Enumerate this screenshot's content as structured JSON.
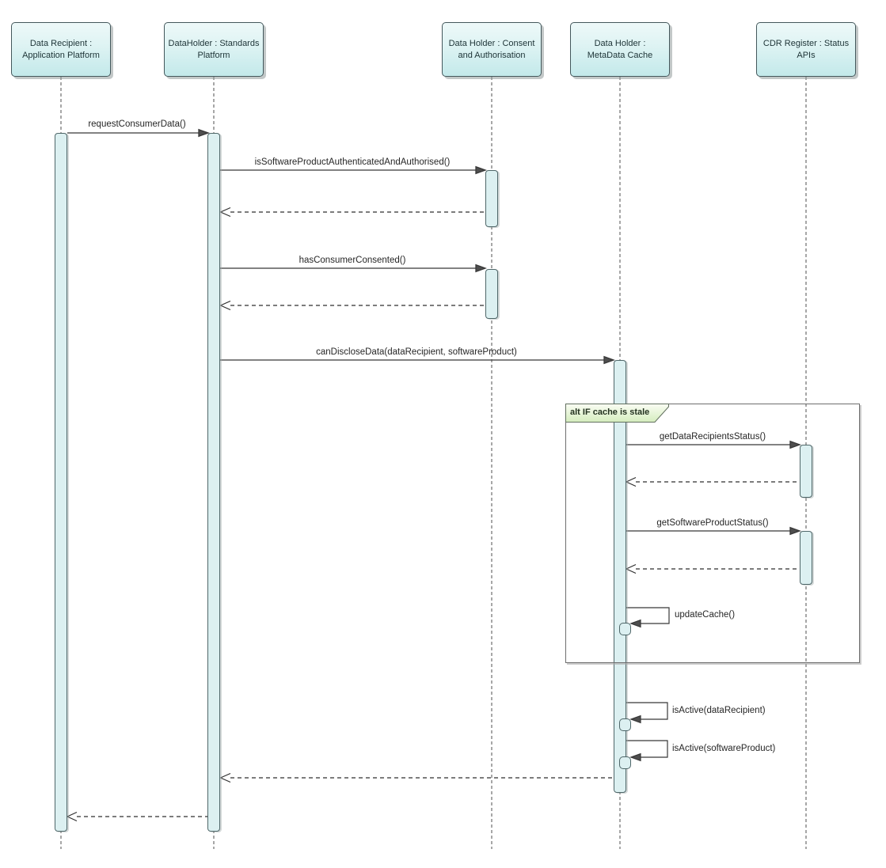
{
  "diagram_type": "uml-sequence-diagram",
  "participants": [
    {
      "id": "data-recipient-application-platform",
      "line1": "Data Recipient :",
      "line2": "Application Platform"
    },
    {
      "id": "dataholder-standards-platform",
      "line1": "DataHolder : Standards",
      "line2": "Platform"
    },
    {
      "id": "data-holder-consent-authorisation",
      "line1": "Data Holder : Consent",
      "line2": "and Authorisation"
    },
    {
      "id": "data-holder-metadata-cache",
      "line1": "Data Holder :",
      "line2": "MetaData Cache"
    },
    {
      "id": "cdr-register-status-apis",
      "line1": "CDR Register : Status",
      "line2": "APIs"
    }
  ],
  "messages": [
    {
      "label": "requestConsumerData()",
      "kind": "sync",
      "from": "data-recipient-application-platform",
      "to": "dataholder-standards-platform"
    },
    {
      "label": "isSoftwareProductAuthenticatedAndAuthorised()",
      "kind": "sync",
      "from": "dataholder-standards-platform",
      "to": "data-holder-consent-authorisation"
    },
    {
      "label": "hasConsumerConsented()",
      "kind": "sync",
      "from": "dataholder-standards-platform",
      "to": "data-holder-consent-authorisation"
    },
    {
      "label": "canDiscloseData(dataRecipient, softwareProduct)",
      "kind": "sync",
      "from": "dataholder-standards-platform",
      "to": "data-holder-metadata-cache"
    },
    {
      "label": "getDataRecipientsStatus()",
      "kind": "sync",
      "from": "data-holder-metadata-cache",
      "to": "cdr-register-status-apis"
    },
    {
      "label": "getSoftwareProductStatus()",
      "kind": "sync",
      "from": "data-holder-metadata-cache",
      "to": "cdr-register-status-apis"
    },
    {
      "label": "updateCache()",
      "kind": "self",
      "from": "data-holder-metadata-cache",
      "to": "data-holder-metadata-cache"
    },
    {
      "label": "isActive(dataRecipient)",
      "kind": "self",
      "from": "data-holder-metadata-cache",
      "to": "data-holder-metadata-cache"
    },
    {
      "label": "isActive(softwareProduct)",
      "kind": "self",
      "from": "data-holder-metadata-cache",
      "to": "data-holder-metadata-cache"
    }
  ],
  "fragment": {
    "operator": "alt",
    "guard": "IF cache is stale",
    "label": "alt IF cache is stale"
  },
  "colors": {
    "background": "#ffffff",
    "lifeline_head_fill_top": "#eef9f9",
    "lifeline_head_fill_bottom": "#c3e9ea",
    "lifeline_head_border": "#44585c",
    "activation_fill": "#dcf0f1",
    "activation_border": "#4f6769",
    "message_line": "#383838",
    "arrowhead_fill": "#4e4e4e",
    "lifeline_dash": "#4f4f4f",
    "frame_border": "#6e6e6e",
    "frame_label_fill_top": "#fafdf4",
    "frame_label_fill_bottom": "#d5edbe",
    "text": "#262626"
  }
}
